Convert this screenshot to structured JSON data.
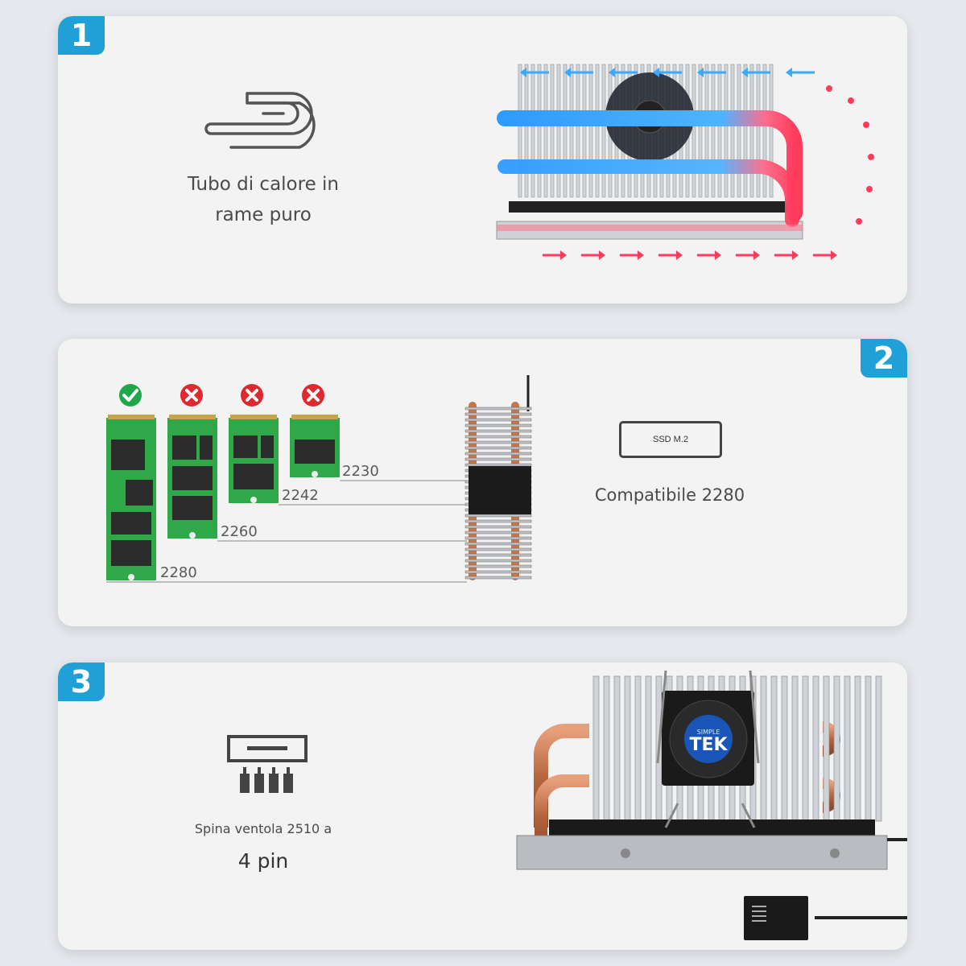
{
  "card1": {
    "badge": "1",
    "caption_line1": "Tubo di calore in",
    "caption_line2": "rame puro"
  },
  "card2": {
    "badge": "2",
    "ssd_label": "SSD M.2",
    "caption": "Compatibile 2280",
    "sizes": [
      {
        "label": "2280",
        "compatible": true
      },
      {
        "label": "2260",
        "compatible": false
      },
      {
        "label": "2242",
        "compatible": false
      },
      {
        "label": "2230",
        "compatible": false
      }
    ]
  },
  "card3": {
    "badge": "3",
    "caption_line1": "Spina ventola 2510 a",
    "caption_line2": "4 pin",
    "logo_text": "TEK",
    "logo_small": "SIMPLE"
  },
  "colors": {
    "accent": "#1fa0d6",
    "check": "#1ea84a",
    "cross": "#e0282e",
    "pcb": "#2fa84a",
    "cool": "#3aa9ff",
    "hot": "#ff3b5c"
  }
}
